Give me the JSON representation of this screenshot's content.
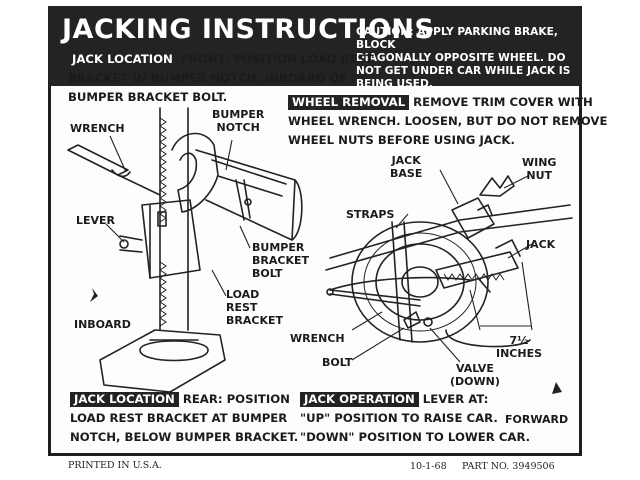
{
  "title": "JACKING INSTRUCTIONS",
  "caution": "CAUTION: APPLY PARKING BRAKE, BLOCK\nDIAGONALLY OPPOSITE WHEEL. DO\nNOT GET UNDER CAR WHILE JACK IS\nBEING USED.",
  "sections": {
    "front": {
      "tag": "JACK LOCATION",
      "text": "FRONT: POSITION LOAD REST\nBRACKET IN BUMPER NOTCH, INBOARD OF\nBUMPER BRACKET BOLT."
    },
    "wheel_removal": {
      "tag": "WHEEL REMOVAL",
      "text": "REMOVE TRIM COVER WITH\nWHEEL WRENCH. LOOSEN, BUT DO NOT REMOVE\nWHEEL NUTS BEFORE USING JACK."
    },
    "rear": {
      "tag": "JACK LOCATION",
      "text": "REAR: POSITION\nLOAD REST BRACKET AT BUMPER\nNOTCH, BELOW BUMPER BRACKET."
    },
    "operation": {
      "tag": "JACK OPERATION",
      "text": "LEVER AT:\n\"UP\" POSITION TO RAISE CAR.\n\"DOWN\" POSITION TO LOWER CAR."
    }
  },
  "labels": {
    "wrench": "WRENCH",
    "bumper_notch": "BUMPER\nNOTCH",
    "lever": "LEVER",
    "bumper_bracket_bolt": "BUMPER\nBRACKET\nBOLT",
    "load_rest_bracket": "LOAD\nREST\nBRACKET",
    "inboard": "INBOARD",
    "jack_base": "JACK\nBASE",
    "wing_nut": "WING\nNUT",
    "straps": "STRAPS",
    "jack": "JACK",
    "wrench_right": "WRENCH",
    "bolt": "BOLT",
    "valve": "VALVE\n(DOWN)",
    "inches": "7½\nINCHES",
    "forward": "FORWARD"
  },
  "footer": {
    "printed": "PRINTED IN U.S.A.",
    "date": "10-1-68",
    "part": "PART NO. 3949506"
  }
}
